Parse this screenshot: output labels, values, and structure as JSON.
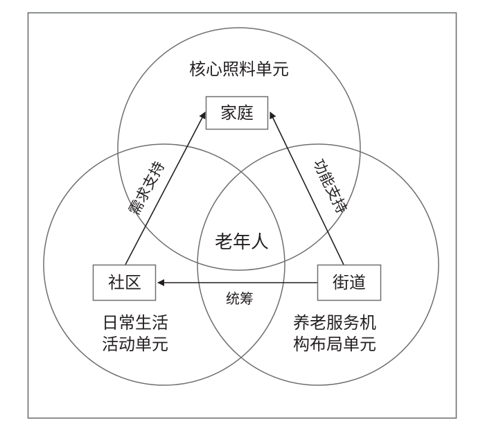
{
  "diagram": {
    "center": {
      "label": "老年人"
    },
    "nodes": {
      "family": {
        "label": "家庭"
      },
      "community": {
        "label": "社区"
      },
      "street": {
        "label": "街道"
      }
    },
    "units": {
      "core_care": {
        "label": "核心照料单元"
      },
      "daily_life": {
        "lines": [
          "日常生活",
          "活动单元"
        ]
      },
      "elderly_service": {
        "lines": [
          "养老服务机",
          "构布局单元"
        ]
      }
    },
    "edges": {
      "community_to_family": {
        "label": "需求支持"
      },
      "street_to_family": {
        "label": "功能支持"
      },
      "street_to_community": {
        "label": "统筹"
      }
    },
    "colors": {
      "frame": "#6d6e71",
      "circle": "#6d6e71",
      "arrow": "#231f20",
      "text": "#231f20"
    }
  }
}
